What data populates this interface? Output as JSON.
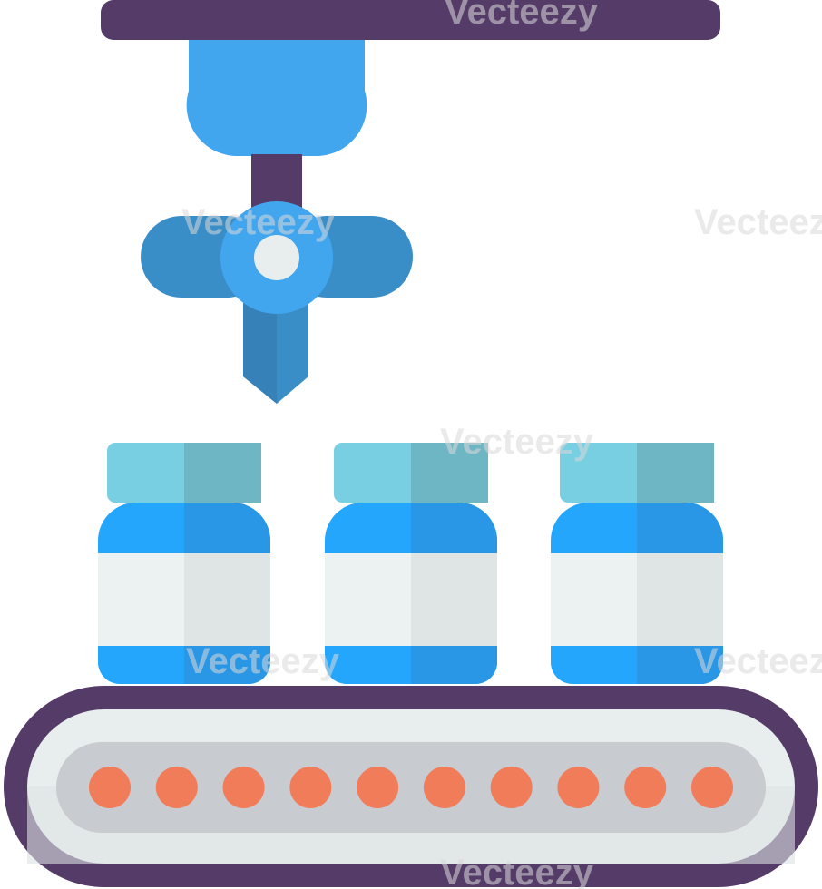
{
  "illustration": {
    "subject": "robotic-arm-bottling-conveyor-icon",
    "colors": {
      "frame_purple": "#543b68",
      "arm_blue": "#42a6ef",
      "arm_blue_dark": "#3a8ec7",
      "joint_center": "#e8eeee",
      "cap_teal": "#78cfe2",
      "cap_teal_dark": "#6fb6c4",
      "jar_blue": "#23a6fb",
      "jar_blue_dark": "#2a97e6",
      "label_light": "#ecf1f1",
      "label_shade": "#dfe5e4",
      "belt_light": "#e8eeee",
      "belt_gray": "#c8cbd0",
      "roller_orange": "#f07c5a"
    },
    "bottle_count": 3,
    "roller_count": 10
  },
  "watermark": {
    "text": "Vecteezy"
  }
}
